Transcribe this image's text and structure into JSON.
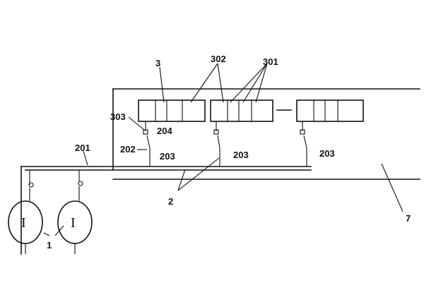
{
  "labels": {
    "l3": "3",
    "l302": "302",
    "l301": "301",
    "l303": "303",
    "l204": "204",
    "l201": "201",
    "l202": "202",
    "l203a": "203",
    "l203b": "203",
    "l203c": "203",
    "l2": "2",
    "l7": "7",
    "l1": "1"
  },
  "units": {
    "left_symbol": "I",
    "right_symbol": "I"
  },
  "colors": {
    "line": "#111111",
    "background": "#ffffff"
  }
}
